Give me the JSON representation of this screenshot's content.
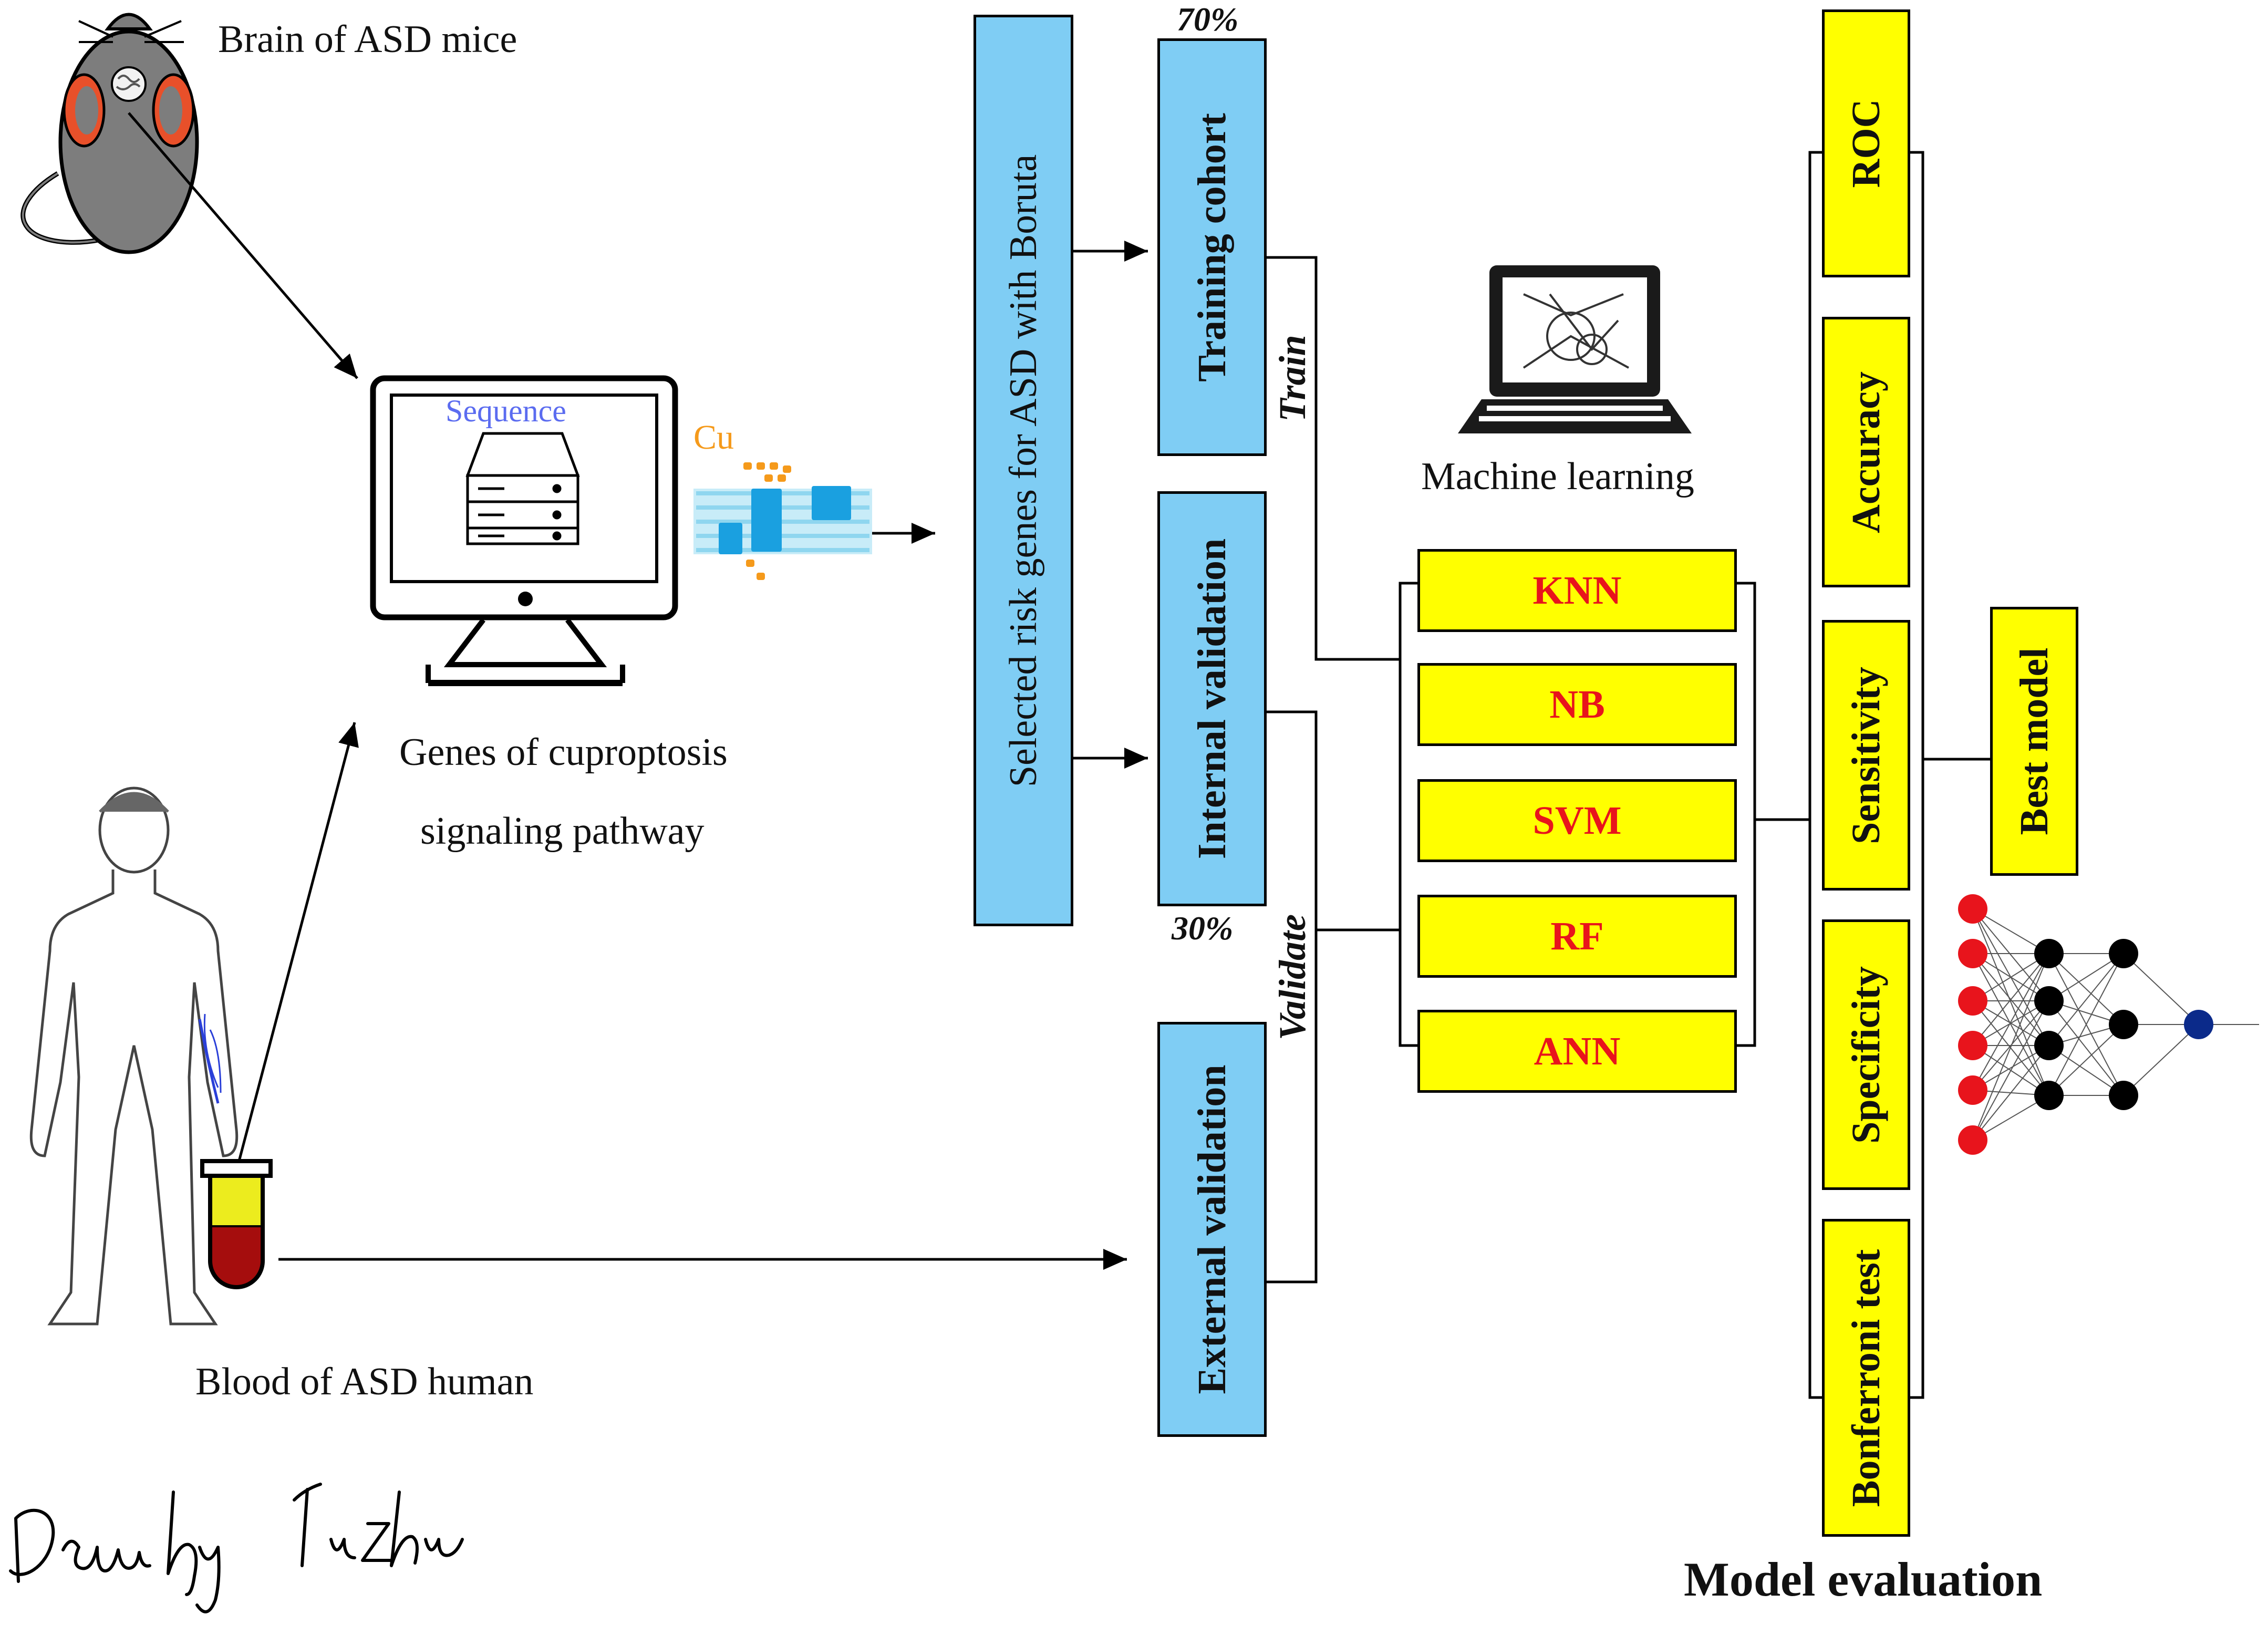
{
  "inputs": {
    "mice_label": "Brain of ASD mice",
    "human_label": "Blood of ASD human",
    "pathway_line1": "Genes of cuproptosis",
    "pathway_line2": "signaling pathway",
    "screen_label": "Sequence",
    "copper_label": "Cu"
  },
  "selection": {
    "label": "Selected risk genes for ASD with Boruta"
  },
  "cohorts": {
    "training": "Training cohort",
    "internal": "Internal validation",
    "external": "External validation",
    "train_pct": "70%",
    "valid_pct": "30%",
    "train_arrow": "Train",
    "validate_arrow": "Validate"
  },
  "ml": {
    "label": "Machine learning",
    "models": [
      "KNN",
      "NB",
      "SVM",
      "RF",
      "ANN"
    ]
  },
  "evaluation": {
    "title": "Model evaluation",
    "metrics": [
      "ROC",
      "Accuracy",
      "Sensitivity",
      "Specificity",
      "Bonferroni test"
    ],
    "best": "Best model"
  },
  "signature": "Drawn by Yuzhu",
  "colors": {
    "box_blue": "#7fcdf4",
    "box_yellow": "#ffff00",
    "model_text": "#e8141c",
    "input_node": "#e8141c",
    "hidden_node": "#000000",
    "output_node": "#0b2a8a",
    "sequence_text": "#5b6cf0",
    "copper_text": "#f59a1b",
    "mouse_grey": "#7d7d7d",
    "mouse_ear": "#e8502a",
    "blood_red": "#a50d0d",
    "plasma_yellow": "#ecec1e"
  },
  "icons": [
    "mouse-icon",
    "human-icon",
    "blood-tube-icon",
    "monitor-icon",
    "server-icon",
    "membrane-icon",
    "laptop-icon",
    "neural-network-icon"
  ]
}
